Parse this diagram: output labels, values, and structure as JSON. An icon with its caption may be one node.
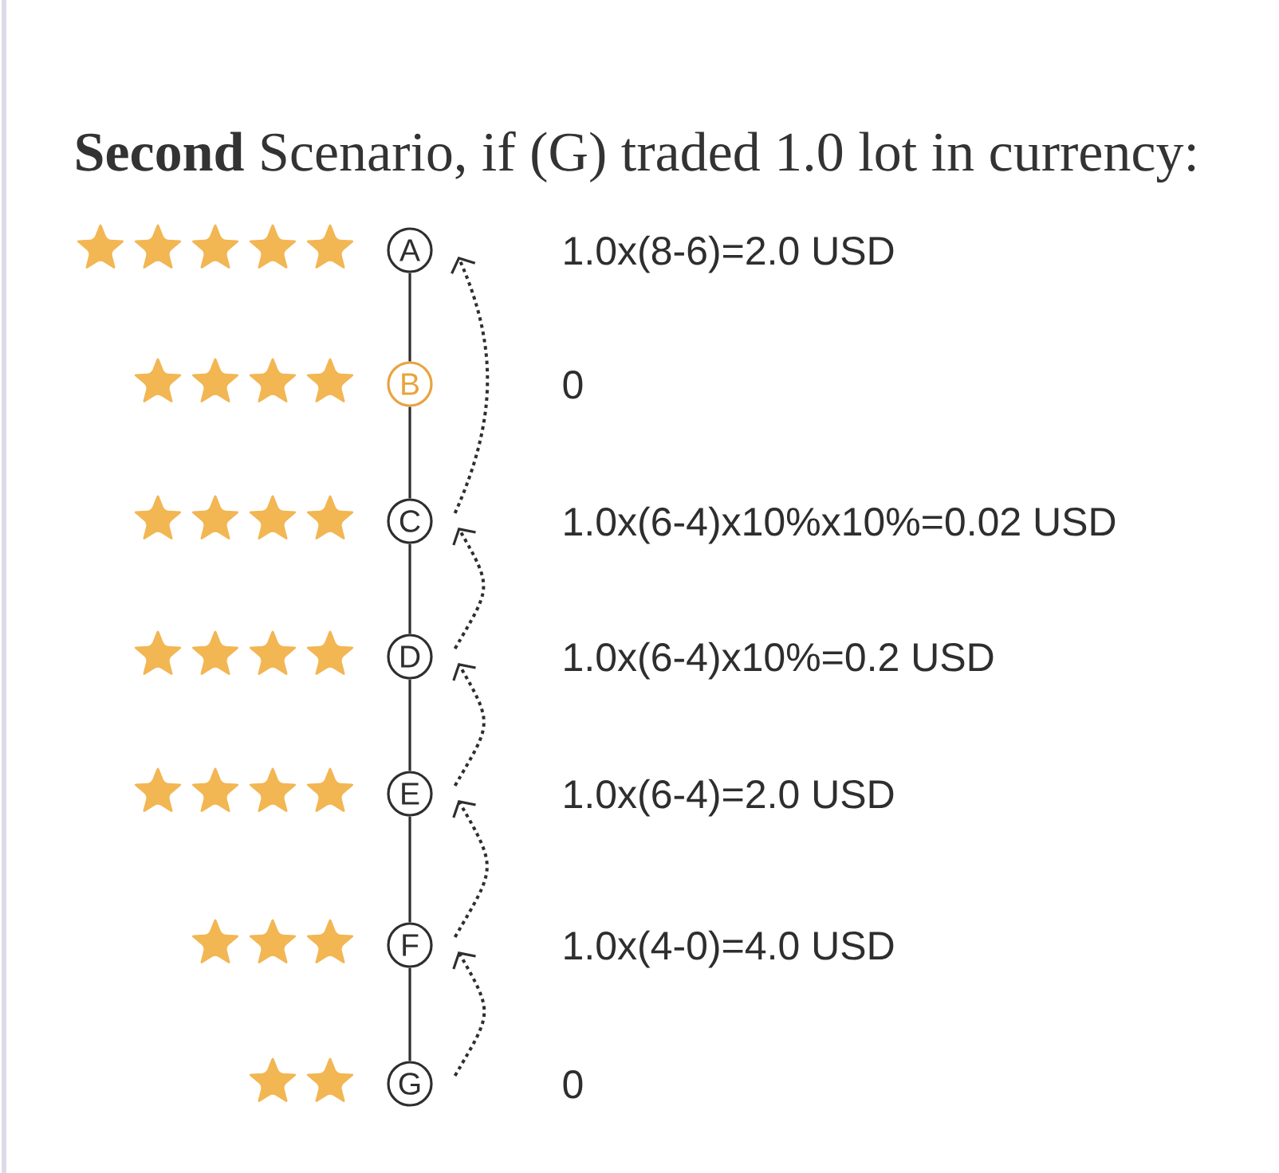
{
  "diagram": {
    "title": "**Second** Scenario, if (G) traded 1.0 lot in currency:",
    "nodes": [
      {
        "text": [
          "A"
        ],
        "beside": [
          "1.0x(8-6)=2.0 USD"
        ]
      },
      {
        "text": [
          "B"
        ],
        "beside": [
          "0"
        ]
      },
      {
        "text": [
          "C"
        ],
        "beside": [
          "1.0x(6-4)x10%x10%=0.02 USD"
        ]
      },
      {
        "text": [
          "D"
        ],
        "beside": [
          "1.0x(6-4)x10%=0.2 USD"
        ]
      },
      {
        "text": [
          "E"
        ],
        "beside": [
          "1.0x(6-4)=2.0 USD"
        ]
      },
      {
        "text": [
          "F"
        ],
        "beside": [
          "1.0x(4-0)=4.0 USD"
        ]
      },
      {
        "text": [
          "G"
        ],
        "beside": [
          "0"
        ]
      }
    ],
    "edges": [
      {
        "from": 0,
        "to": 1,
        "arrow": "none"
      },
      {
        "from": 1,
        "to": 2,
        "arrow": "none"
      },
      {
        "from": 2,
        "to": 3,
        "arrow": "none"
      },
      {
        "from": 3,
        "to": 4,
        "arrow": "none"
      },
      {
        "from": 4,
        "to": 5,
        "arrow": "none"
      },
      {
        "from": 5,
        "to": 6,
        "arrow": "none"
      },
      {
        "from": 6,
        "to": 5,
        "arrow": "to",
        "style": "dashed"
      },
      {
        "from": 5,
        "to": 4,
        "arrow": "to",
        "style": "dashed"
      },
      {
        "from": 4,
        "to": 3,
        "arrow": "to",
        "style": "dashed"
      },
      {
        "from": 3,
        "to": 2,
        "arrow": "to",
        "style": "dashed"
      },
      {
        "from": 2,
        "to": 0,
        "arrow": "to",
        "style": "dashed"
      }
    ]
  }
}
